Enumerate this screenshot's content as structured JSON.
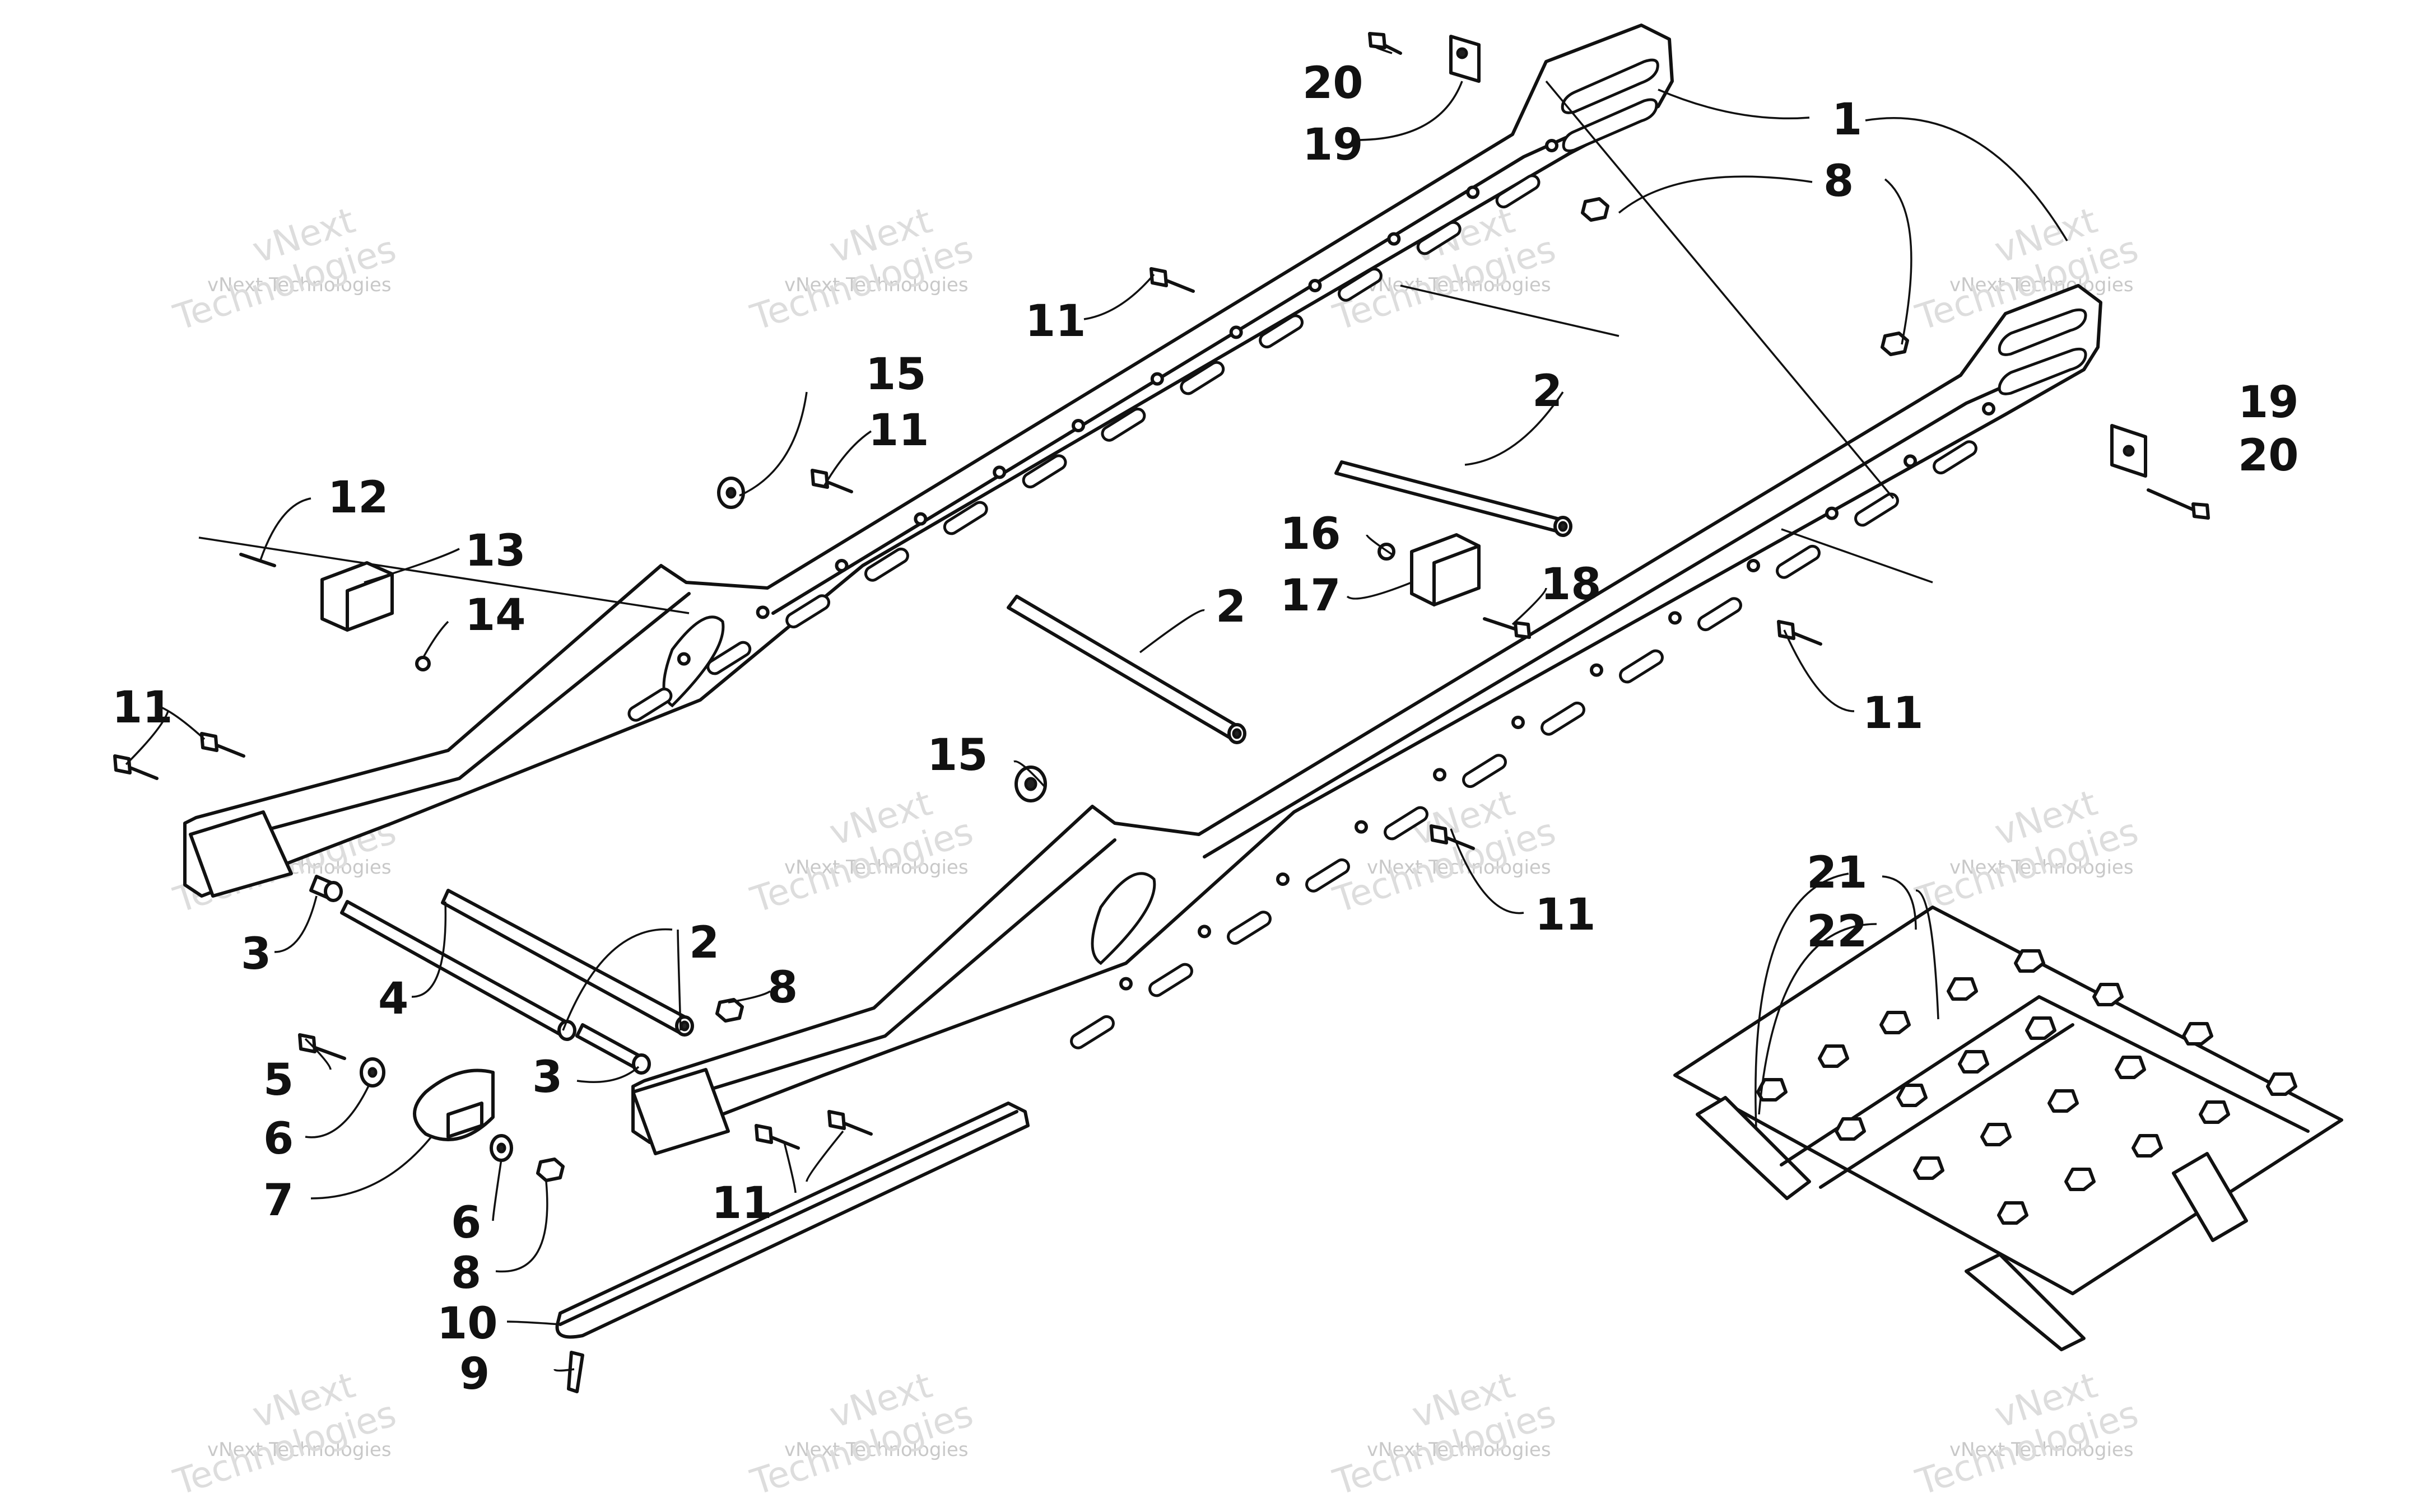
{
  "diagram": {
    "callouts": [
      {
        "id": "c1",
        "text": "1"
      },
      {
        "id": "c2a",
        "text": "2"
      },
      {
        "id": "c2b",
        "text": "2"
      },
      {
        "id": "c2c",
        "text": "2"
      },
      {
        "id": "c3a",
        "text": "3"
      },
      {
        "id": "c3b",
        "text": "3"
      },
      {
        "id": "c4",
        "text": "4"
      },
      {
        "id": "c5",
        "text": "5"
      },
      {
        "id": "c6a",
        "text": "6"
      },
      {
        "id": "c6b",
        "text": "6"
      },
      {
        "id": "c7",
        "text": "7"
      },
      {
        "id": "c8a",
        "text": "8"
      },
      {
        "id": "c8b",
        "text": "8"
      },
      {
        "id": "c8c",
        "text": "8"
      },
      {
        "id": "c9",
        "text": "9"
      },
      {
        "id": "c10",
        "text": "10"
      },
      {
        "id": "c11a",
        "text": "11"
      },
      {
        "id": "c11b",
        "text": "11"
      },
      {
        "id": "c11c",
        "text": "11"
      },
      {
        "id": "c11d",
        "text": "11"
      },
      {
        "id": "c11e",
        "text": "11"
      },
      {
        "id": "c11f",
        "text": "11"
      },
      {
        "id": "c12",
        "text": "12"
      },
      {
        "id": "c13",
        "text": "13"
      },
      {
        "id": "c14",
        "text": "14"
      },
      {
        "id": "c15a",
        "text": "15"
      },
      {
        "id": "c15b",
        "text": "15"
      },
      {
        "id": "c16",
        "text": "16"
      },
      {
        "id": "c17",
        "text": "17"
      },
      {
        "id": "c18",
        "text": "18"
      },
      {
        "id": "c19a",
        "text": "19"
      },
      {
        "id": "c19b",
        "text": "19"
      },
      {
        "id": "c20a",
        "text": "20"
      },
      {
        "id": "c20b",
        "text": "20"
      },
      {
        "id": "c21",
        "text": "21"
      },
      {
        "id": "c22",
        "text": "22"
      }
    ]
  },
  "watermark": {
    "small": "vNext Technologies",
    "line1": "vNext",
    "line2": "Technologies"
  }
}
